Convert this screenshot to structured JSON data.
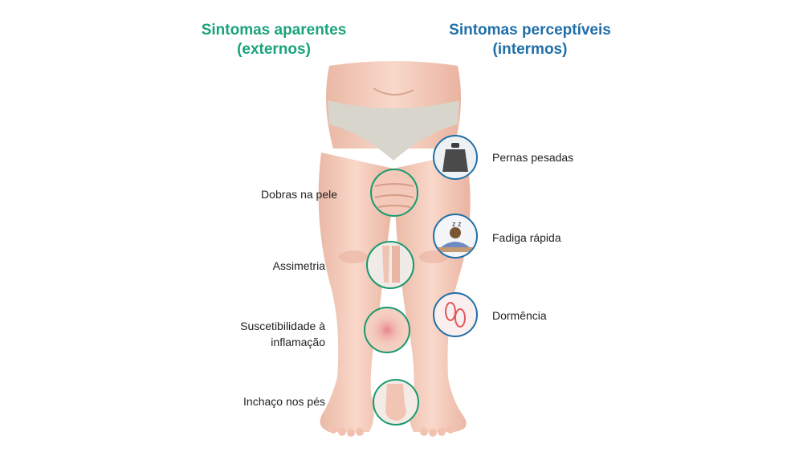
{
  "headings": {
    "external": {
      "line1": "Sintomas aparentes",
      "line2": "(externos)",
      "color": "#1aa37a"
    },
    "internal": {
      "line1": "Sintomas perceptíveis",
      "line2": "(intermos)",
      "color": "#1f6fa8"
    }
  },
  "external_symptoms": [
    {
      "label": "Dobras na pele",
      "icon": "skin-folds-icon"
    },
    {
      "label": "Assimetria",
      "icon": "asymmetric-legs-icon"
    },
    {
      "label_line1": "Suscetibilidade à",
      "label_line2": "inflamação",
      "icon": "inflamed-skin-icon"
    },
    {
      "label": "Inchaço nos pés",
      "icon": "swollen-foot-icon"
    }
  ],
  "internal_symptoms": [
    {
      "label": "Pernas pesadas",
      "icon": "weight-icon"
    },
    {
      "label": "Fadiga rápida",
      "icon": "tired-person-icon"
    },
    {
      "label": "Dormência",
      "icon": "numb-feet-icon"
    }
  ],
  "colors": {
    "external_ring": "#179a6e",
    "internal_ring": "#1f6fa8",
    "skin": "#f6cfc0",
    "underwear": "#d8d5cc"
  }
}
